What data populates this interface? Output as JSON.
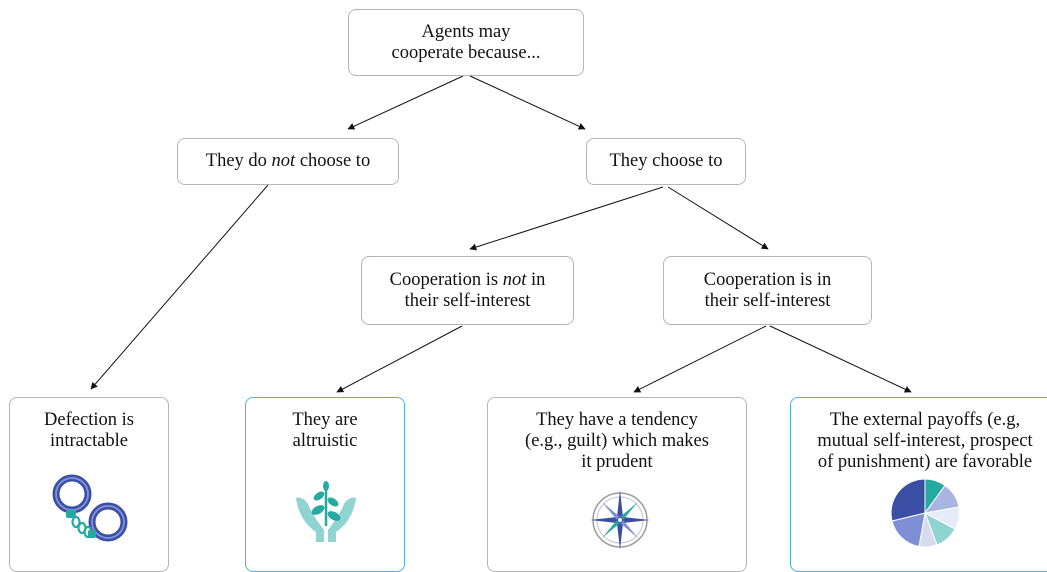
{
  "diagram": {
    "root": {
      "line1": "Agents may",
      "line2": "cooperate because..."
    },
    "not_choose": {
      "before": "They do ",
      "emph": "not",
      "after": " choose to"
    },
    "choose": {
      "label": "They choose to"
    },
    "not_self_interest": {
      "before": "Cooperation is ",
      "emph": "not",
      "after": " in",
      "line2": "their self-interest"
    },
    "self_interest": {
      "line1": "Cooperation is in",
      "line2": "their self-interest"
    },
    "defection": {
      "line1": "Defection is",
      "line2": "intractable",
      "icon": "handcuffs-icon"
    },
    "altruistic": {
      "line1": "They are",
      "line2": "altruistic",
      "icon": "hands-plant-icon"
    },
    "tendency": {
      "line1": "They have a tendency",
      "line2": "(e.g., guilt) which makes",
      "line3": "it prudent",
      "icon": "compass-rose-icon"
    },
    "payoffs": {
      "line1": "The external payoffs (e.g,",
      "line2": "mutual self-interest, prospect",
      "line3": "of punishment) are favorable",
      "icon": "pie-chart-icon"
    }
  },
  "colors": {
    "border": "#b5b5b5",
    "accent_border": "#4ab3e6",
    "arrow": "#111111",
    "navy": "#3a4ea3",
    "teal": "#25a9a0",
    "light_teal": "#8fd4d0"
  }
}
